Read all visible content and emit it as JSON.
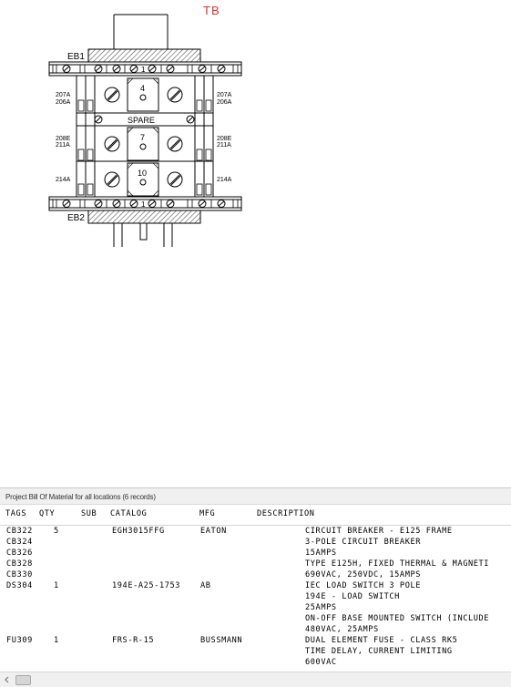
{
  "drawing": {
    "tb_label": "TB",
    "eb1_label": "EB1",
    "eb2_label": "EB2",
    "spare_label": "SPARE",
    "top_numbers": [
      "1"
    ],
    "switch_numbers": [
      "4",
      "7",
      "10"
    ],
    "left_wire_labels": [
      "207A",
      "206A",
      "208E",
      "211A",
      "214A"
    ],
    "right_wire_labels": [
      "207A",
      "206A",
      "208E",
      "211A",
      "214A"
    ],
    "bottom_numbers": [
      "1"
    ]
  },
  "bom": {
    "title": "Project Bill Of Material for all locations (6 records)",
    "columns": [
      "TAGS",
      "QTY",
      "SUB",
      "CATALOG",
      "MFG",
      "DESCRIPTION"
    ],
    "rows": [
      {
        "tags": [
          "CB322",
          "CB324",
          "CB326",
          "CB328",
          "CB330"
        ],
        "qty": "5",
        "sub": "",
        "catalog": "EGH3015FFG",
        "mfg": "EATON",
        "description": [
          "CIRCUIT BREAKER - E125 FRAME",
          "3-POLE CIRCUIT BREAKER",
          "15AMPS",
          "TYPE E125H, FIXED THERMAL & MAGNETI",
          "690VAC, 250VDC, 15AMPS"
        ]
      },
      {
        "tags": [
          "DS304"
        ],
        "qty": "1",
        "sub": "",
        "catalog": "194E-A25-1753",
        "mfg": "AB",
        "description": [
          "IEC LOAD SWITCH 3 POLE",
          "194E - LOAD SWITCH",
          "25AMPS",
          "ON-OFF BASE MOUNTED SWITCH (INCLUDE",
          "480VAC, 25AMPS"
        ]
      },
      {
        "tags": [
          "FU309"
        ],
        "qty": "1",
        "sub": "",
        "catalog": "FRS-R-15",
        "mfg": "BUSSMANN",
        "description": [
          "DUAL ELEMENT FUSE - CLASS RK5",
          "TIME DELAY, CURRENT LIMITING",
          "600VAC"
        ]
      }
    ]
  },
  "colors": {
    "drawing_line": "#000000",
    "tb_label": "#e03030",
    "hatch": "#555555"
  },
  "icons": {
    "scroll_left": "chevron-left-icon"
  }
}
